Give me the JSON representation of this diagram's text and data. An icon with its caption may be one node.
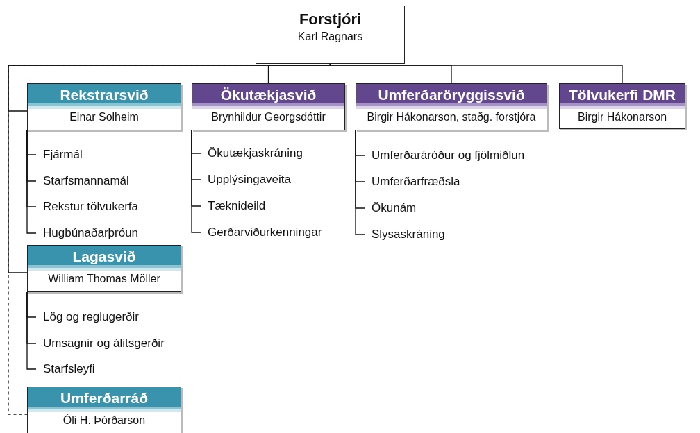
{
  "diagram": {
    "nodes": [
      {
        "text": [
          "Forstjóri",
          "Karl Ragnars"
        ]
      },
      {
        "text": [
          "Rekstrarsvið",
          "Einar Solheim"
        ]
      },
      {
        "text": [
          "Ökutækjasvið",
          "Brynhildur Georgsdóttir"
        ]
      },
      {
        "text": [
          "Umferðaröryggissvið",
          "Birgir Hákonarson, staðg. forstjóra"
        ]
      },
      {
        "text": [
          "Tölvukerfi DMR",
          "Birgir Hákonarson"
        ]
      },
      {
        "text": [
          "Fjármál"
        ]
      },
      {
        "text": [
          "Starfsmannamál"
        ]
      },
      {
        "text": [
          "Rekstur tölvukerfa"
        ]
      },
      {
        "text": [
          "Hugbúnaðarþróun"
        ]
      },
      {
        "text": [
          "Ökutækjaskráning"
        ]
      },
      {
        "text": [
          "Upplýsingaveita"
        ]
      },
      {
        "text": [
          "Tæknideild"
        ]
      },
      {
        "text": [
          "Gerðarviðurkenningar"
        ]
      },
      {
        "text": [
          "Umferðaráróður og fjölmiðlun"
        ]
      },
      {
        "text": [
          "Umferðarfræðsla"
        ]
      },
      {
        "text": [
          "Ökunám"
        ]
      },
      {
        "text": [
          "Slysaskráning"
        ]
      },
      {
        "text": [
          "Lagasvið",
          "William Thomas Möller"
        ]
      },
      {
        "text": [
          "Lög og reglugerðir"
        ]
      },
      {
        "text": [
          "Umsagnir og álitsgerðir"
        ]
      },
      {
        "text": [
          "Starfsleyfi"
        ]
      },
      {
        "text": [
          "Umferðarráð",
          "Óli H. Þórðarson"
        ]
      }
    ],
    "edges": [
      {
        "from": 0,
        "to": 1,
        "arrow": "none"
      },
      {
        "from": 0,
        "to": 2,
        "arrow": "none"
      },
      {
        "from": 0,
        "to": 3,
        "arrow": "none"
      },
      {
        "from": 0,
        "to": 4,
        "arrow": "none"
      },
      {
        "from": 0,
        "to": 17,
        "arrow": "none"
      },
      {
        "from": 0,
        "to": 21,
        "arrow": "none",
        "style": "dashed"
      },
      {
        "from": 1,
        "to": 5,
        "arrow": "none"
      },
      {
        "from": 1,
        "to": 6,
        "arrow": "none"
      },
      {
        "from": 1,
        "to": 7,
        "arrow": "none"
      },
      {
        "from": 1,
        "to": 8,
        "arrow": "none"
      },
      {
        "from": 2,
        "to": 9,
        "arrow": "none"
      },
      {
        "from": 2,
        "to": 10,
        "arrow": "none"
      },
      {
        "from": 2,
        "to": 11,
        "arrow": "none"
      },
      {
        "from": 2,
        "to": 12,
        "arrow": "none"
      },
      {
        "from": 3,
        "to": 13,
        "arrow": "none"
      },
      {
        "from": 3,
        "to": 14,
        "arrow": "none"
      },
      {
        "from": 3,
        "to": 15,
        "arrow": "none"
      },
      {
        "from": 3,
        "to": 16,
        "arrow": "none"
      },
      {
        "from": 17,
        "to": 18,
        "arrow": "none"
      },
      {
        "from": 17,
        "to": 19,
        "arrow": "none"
      },
      {
        "from": 17,
        "to": 20,
        "arrow": "none"
      }
    ]
  }
}
